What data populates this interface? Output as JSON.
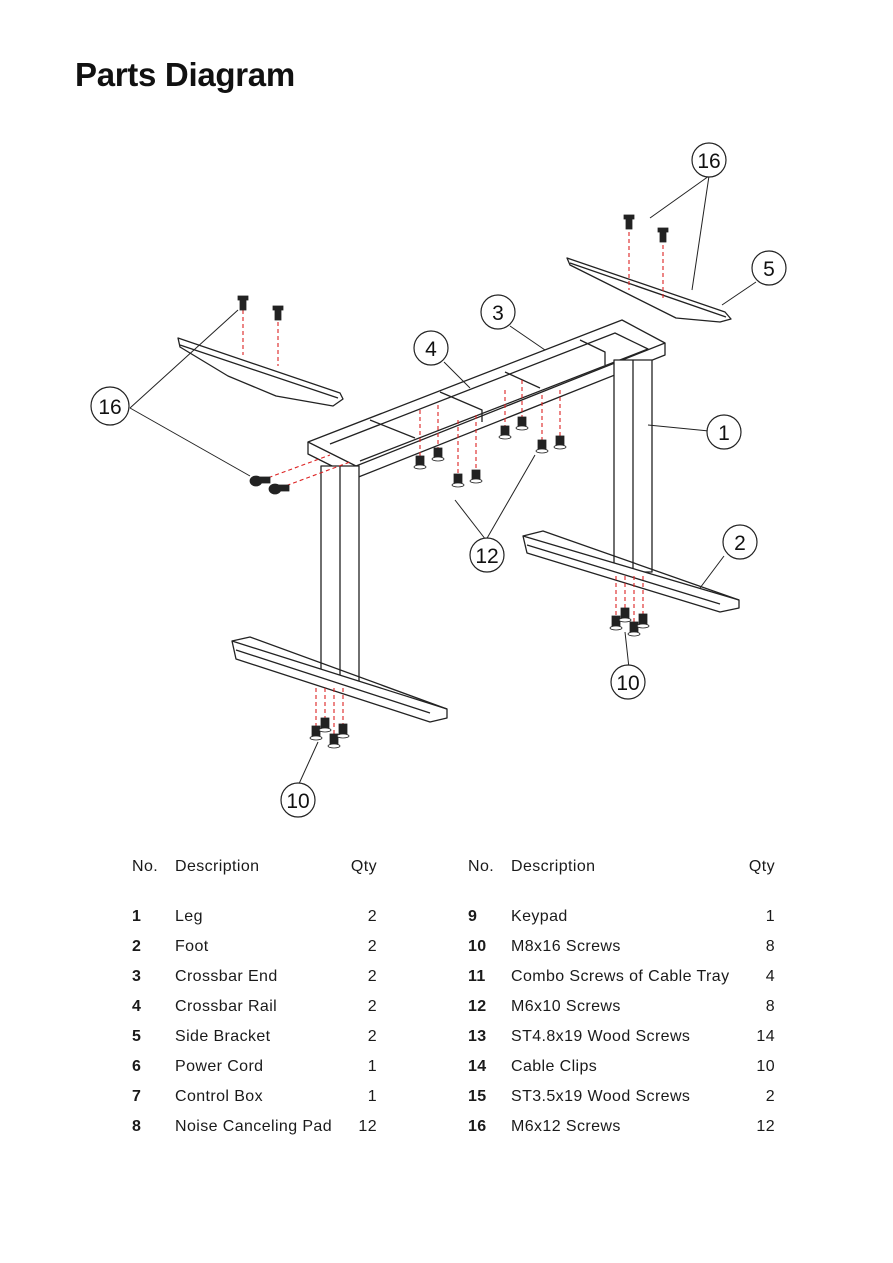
{
  "page_title": "Parts Diagram",
  "callouts": {
    "c1": "1",
    "c2": "2",
    "c3": "3",
    "c4": "4",
    "c5": "5",
    "c10a": "10",
    "c10b": "10",
    "c12": "12",
    "c16a": "16",
    "c16b": "16"
  },
  "table": {
    "headers": {
      "no": "No.",
      "description": "Description",
      "qty": "Qty"
    },
    "left": [
      {
        "no": "1",
        "description": "Leg",
        "qty": "2"
      },
      {
        "no": "2",
        "description": "Foot",
        "qty": "2"
      },
      {
        "no": "3",
        "description": "Crossbar End",
        "qty": "2"
      },
      {
        "no": "4",
        "description": "Crossbar Rail",
        "qty": "2"
      },
      {
        "no": "5",
        "description": "Side Bracket",
        "qty": "2"
      },
      {
        "no": "6",
        "description": "Power Cord",
        "qty": "1"
      },
      {
        "no": "7",
        "description": "Control Box",
        "qty": "1"
      },
      {
        "no": "8",
        "description": "Noise Canceling Pad",
        "qty": "12"
      }
    ],
    "right": [
      {
        "no": "9",
        "description": "Keypad",
        "qty": "1"
      },
      {
        "no": "10",
        "description": "M8x16 Screws",
        "qty": "8"
      },
      {
        "no": "11",
        "description": "Combo Screws of Cable Tray",
        "qty": "4"
      },
      {
        "no": "12",
        "description": "M6x10 Screws",
        "qty": "8"
      },
      {
        "no": "13",
        "description": "ST4.8x19 Wood Screws",
        "qty": "14"
      },
      {
        "no": "14",
        "description": "Cable Clips",
        "qty": "10"
      },
      {
        "no": "15",
        "description": "ST3.5x19 Wood Screws",
        "qty": "2"
      },
      {
        "no": "16",
        "description": "M6x12 Screws",
        "qty": "12"
      }
    ]
  }
}
